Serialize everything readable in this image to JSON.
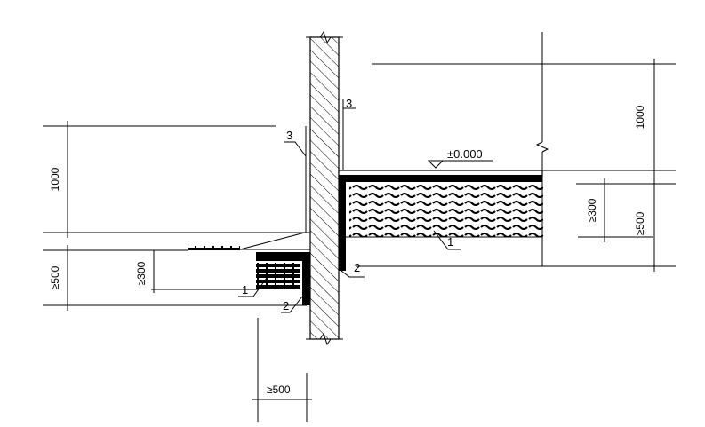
{
  "labels": {
    "top_dim_right": "1000",
    "top_dim_left": "1000",
    "elevation": "±0.000",
    "min300_left": "≥300",
    "min500_left": "≥500",
    "min300_right": "≥300",
    "min500_right": "≥500",
    "min500_bottom": "≥500",
    "callout_1_left": "1",
    "callout_2_left": "2",
    "callout_3_left": "3",
    "callout_1_right": "1",
    "callout_2_right": "2",
    "callout_3_right": "3"
  }
}
